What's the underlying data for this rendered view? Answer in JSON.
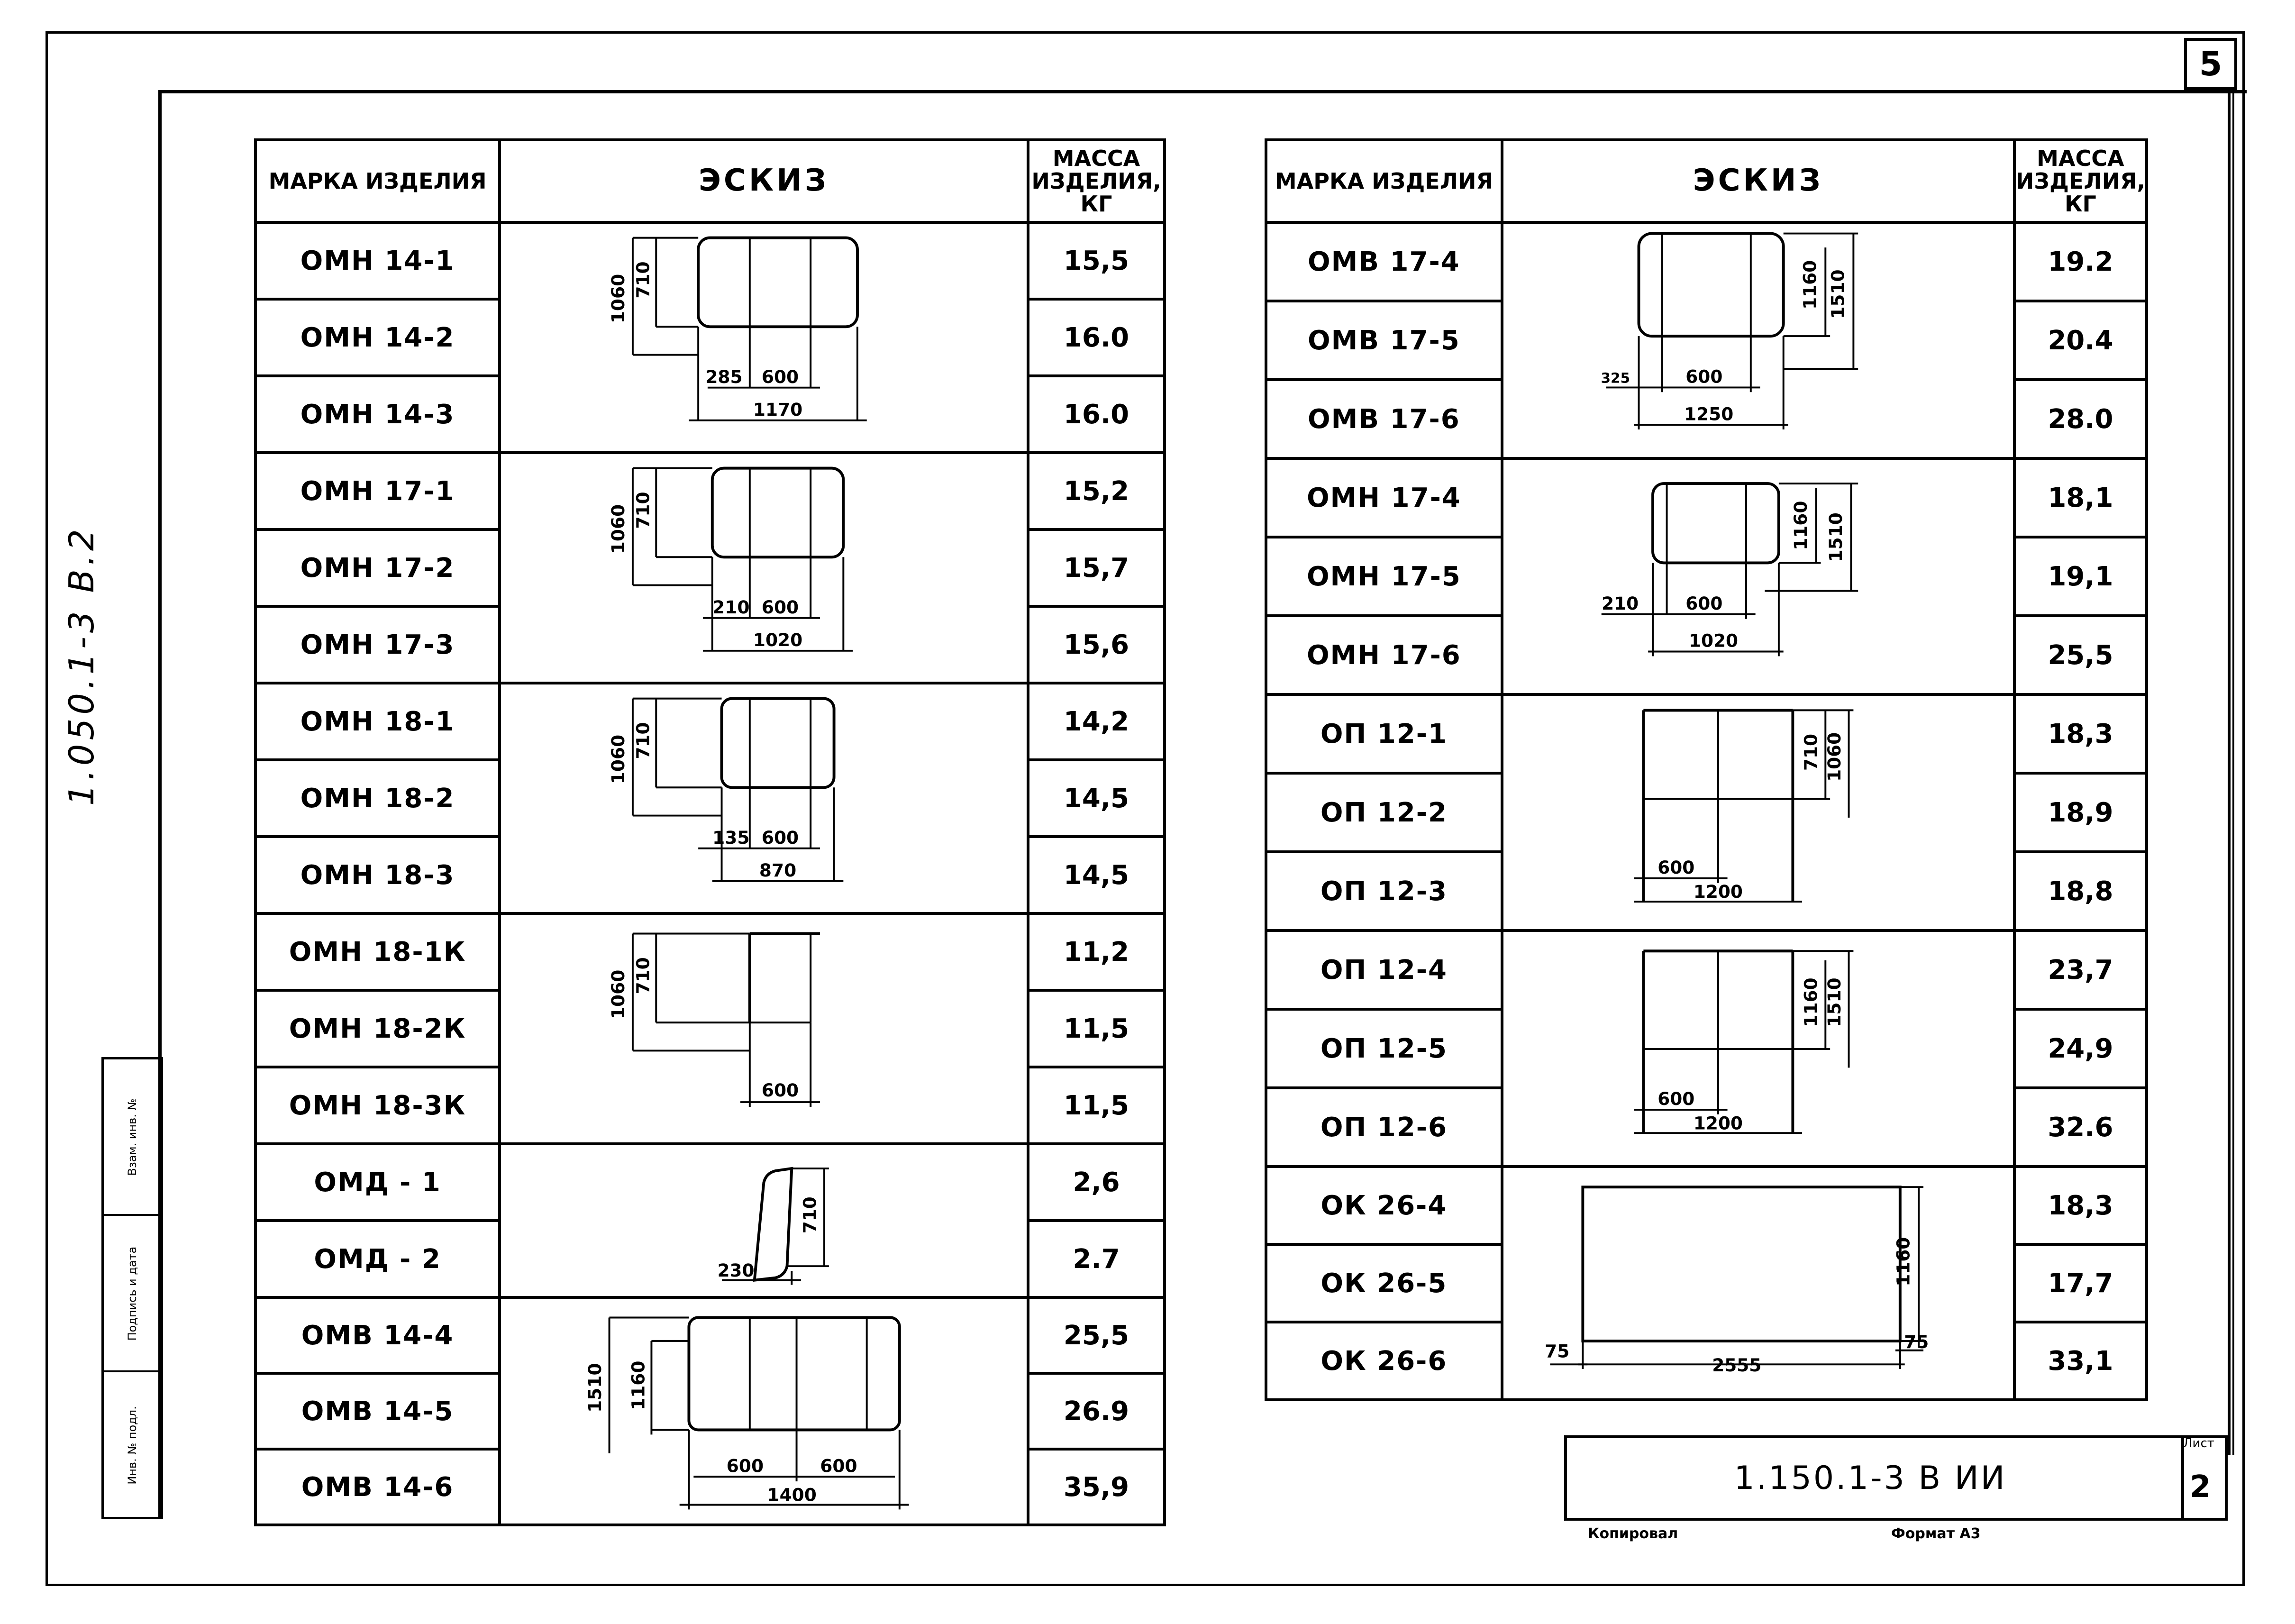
{
  "sheet_corner_number": "5",
  "side_code": "1.050.1-3 В.2",
  "binding_labels": [
    "Инв. № подл.",
    "Подпись и дата",
    "Взам. инв. №"
  ],
  "headers": {
    "mark": "МАРКА ИЗДЕЛИЯ",
    "sketch": "ЭСКИЗ",
    "mass": "МАССА ИЗДЕЛИЯ, КГ"
  },
  "left_groups": [
    {
      "rows": [
        {
          "mark": "ОМН 14-1",
          "mass": "15,5"
        },
        {
          "mark": "ОМН 14-2",
          "mass": "16.0"
        },
        {
          "mark": "ОМН 14-3",
          "mass": "16.0"
        }
      ],
      "dims": [
        "1060",
        "710",
        "285",
        "600",
        "1170"
      ]
    },
    {
      "rows": [
        {
          "mark": "ОМН 17-1",
          "mass": "15,2"
        },
        {
          "mark": "ОМН 17-2",
          "mass": "15,7"
        },
        {
          "mark": "ОМН 17-3",
          "mass": "15,6"
        }
      ],
      "dims": [
        "1060",
        "710",
        "210",
        "600",
        "1020"
      ]
    },
    {
      "rows": [
        {
          "mark": "ОМН 18-1",
          "mass": "14,2"
        },
        {
          "mark": "ОМН 18-2",
          "mass": "14,5"
        },
        {
          "mark": "ОМН 18-3",
          "mass": "14,5"
        }
      ],
      "dims": [
        "1060",
        "710",
        "135",
        "600",
        "870"
      ]
    },
    {
      "rows": [
        {
          "mark": "ОМН 18-1К",
          "mass": "11,2"
        },
        {
          "mark": "ОМН 18-2К",
          "mass": "11,5"
        },
        {
          "mark": "ОМН 18-3К",
          "mass": "11,5"
        }
      ],
      "dims": [
        "1060",
        "710",
        "600"
      ]
    },
    {
      "rows": [
        {
          "mark": "ОМД - 1",
          "mass": "2,6"
        },
        {
          "mark": "ОМД - 2",
          "mass": "2.7"
        }
      ],
      "dims": [
        "710",
        "230"
      ]
    },
    {
      "rows": [
        {
          "mark": "ОМВ 14-4",
          "mass": "25,5"
        },
        {
          "mark": "ОМВ 14-5",
          "mass": "26.9"
        },
        {
          "mark": "ОМВ 14-6",
          "mass": "35,9"
        }
      ],
      "dims": [
        "1510",
        "1160",
        "600",
        "600",
        "1400"
      ]
    }
  ],
  "right_groups": [
    {
      "rows": [
        {
          "mark": "ОМВ 17-4",
          "mass": "19.2"
        },
        {
          "mark": "ОМВ 17-5",
          "mass": "20.4"
        },
        {
          "mark": "ОМВ 17-6",
          "mass": "28.0"
        }
      ],
      "dims": [
        "1160",
        "1510",
        "325",
        "600",
        "1250"
      ]
    },
    {
      "rows": [
        {
          "mark": "ОМН 17-4",
          "mass": "18,1"
        },
        {
          "mark": "ОМН 17-5",
          "mass": "19,1"
        },
        {
          "mark": "ОМН 17-6",
          "mass": "25,5"
        }
      ],
      "dims": [
        "1160",
        "1510",
        "210",
        "600",
        "1020"
      ]
    },
    {
      "rows": [
        {
          "mark": "ОП 12-1",
          "mass": "18,3"
        },
        {
          "mark": "ОП 12-2",
          "mass": "18,9"
        },
        {
          "mark": "ОП 12-3",
          "mass": "18,8"
        }
      ],
      "dims": [
        "710",
        "1060",
        "600",
        "1200"
      ]
    },
    {
      "rows": [
        {
          "mark": "ОП 12-4",
          "mass": "23,7"
        },
        {
          "mark": "ОП 12-5",
          "mass": "24,9"
        },
        {
          "mark": "ОП 12-6",
          "mass": "32.6"
        }
      ],
      "dims": [
        "1160",
        "1510",
        "600",
        "1200"
      ]
    },
    {
      "rows": [
        {
          "mark": "ОК 26-4",
          "mass": "18,3"
        },
        {
          "mark": "ОК 26-5",
          "mass": "17,7"
        },
        {
          "mark": "ОК 26-6",
          "mass": "33,1"
        }
      ],
      "dims": [
        "1160",
        "75",
        "2555",
        "75"
      ]
    }
  ],
  "stamp": {
    "code": "1.150.1-3 В ИИ",
    "sheet_label": "Лист",
    "sheet_number": "2",
    "copied": "Копировал",
    "format": "Формат А3"
  }
}
